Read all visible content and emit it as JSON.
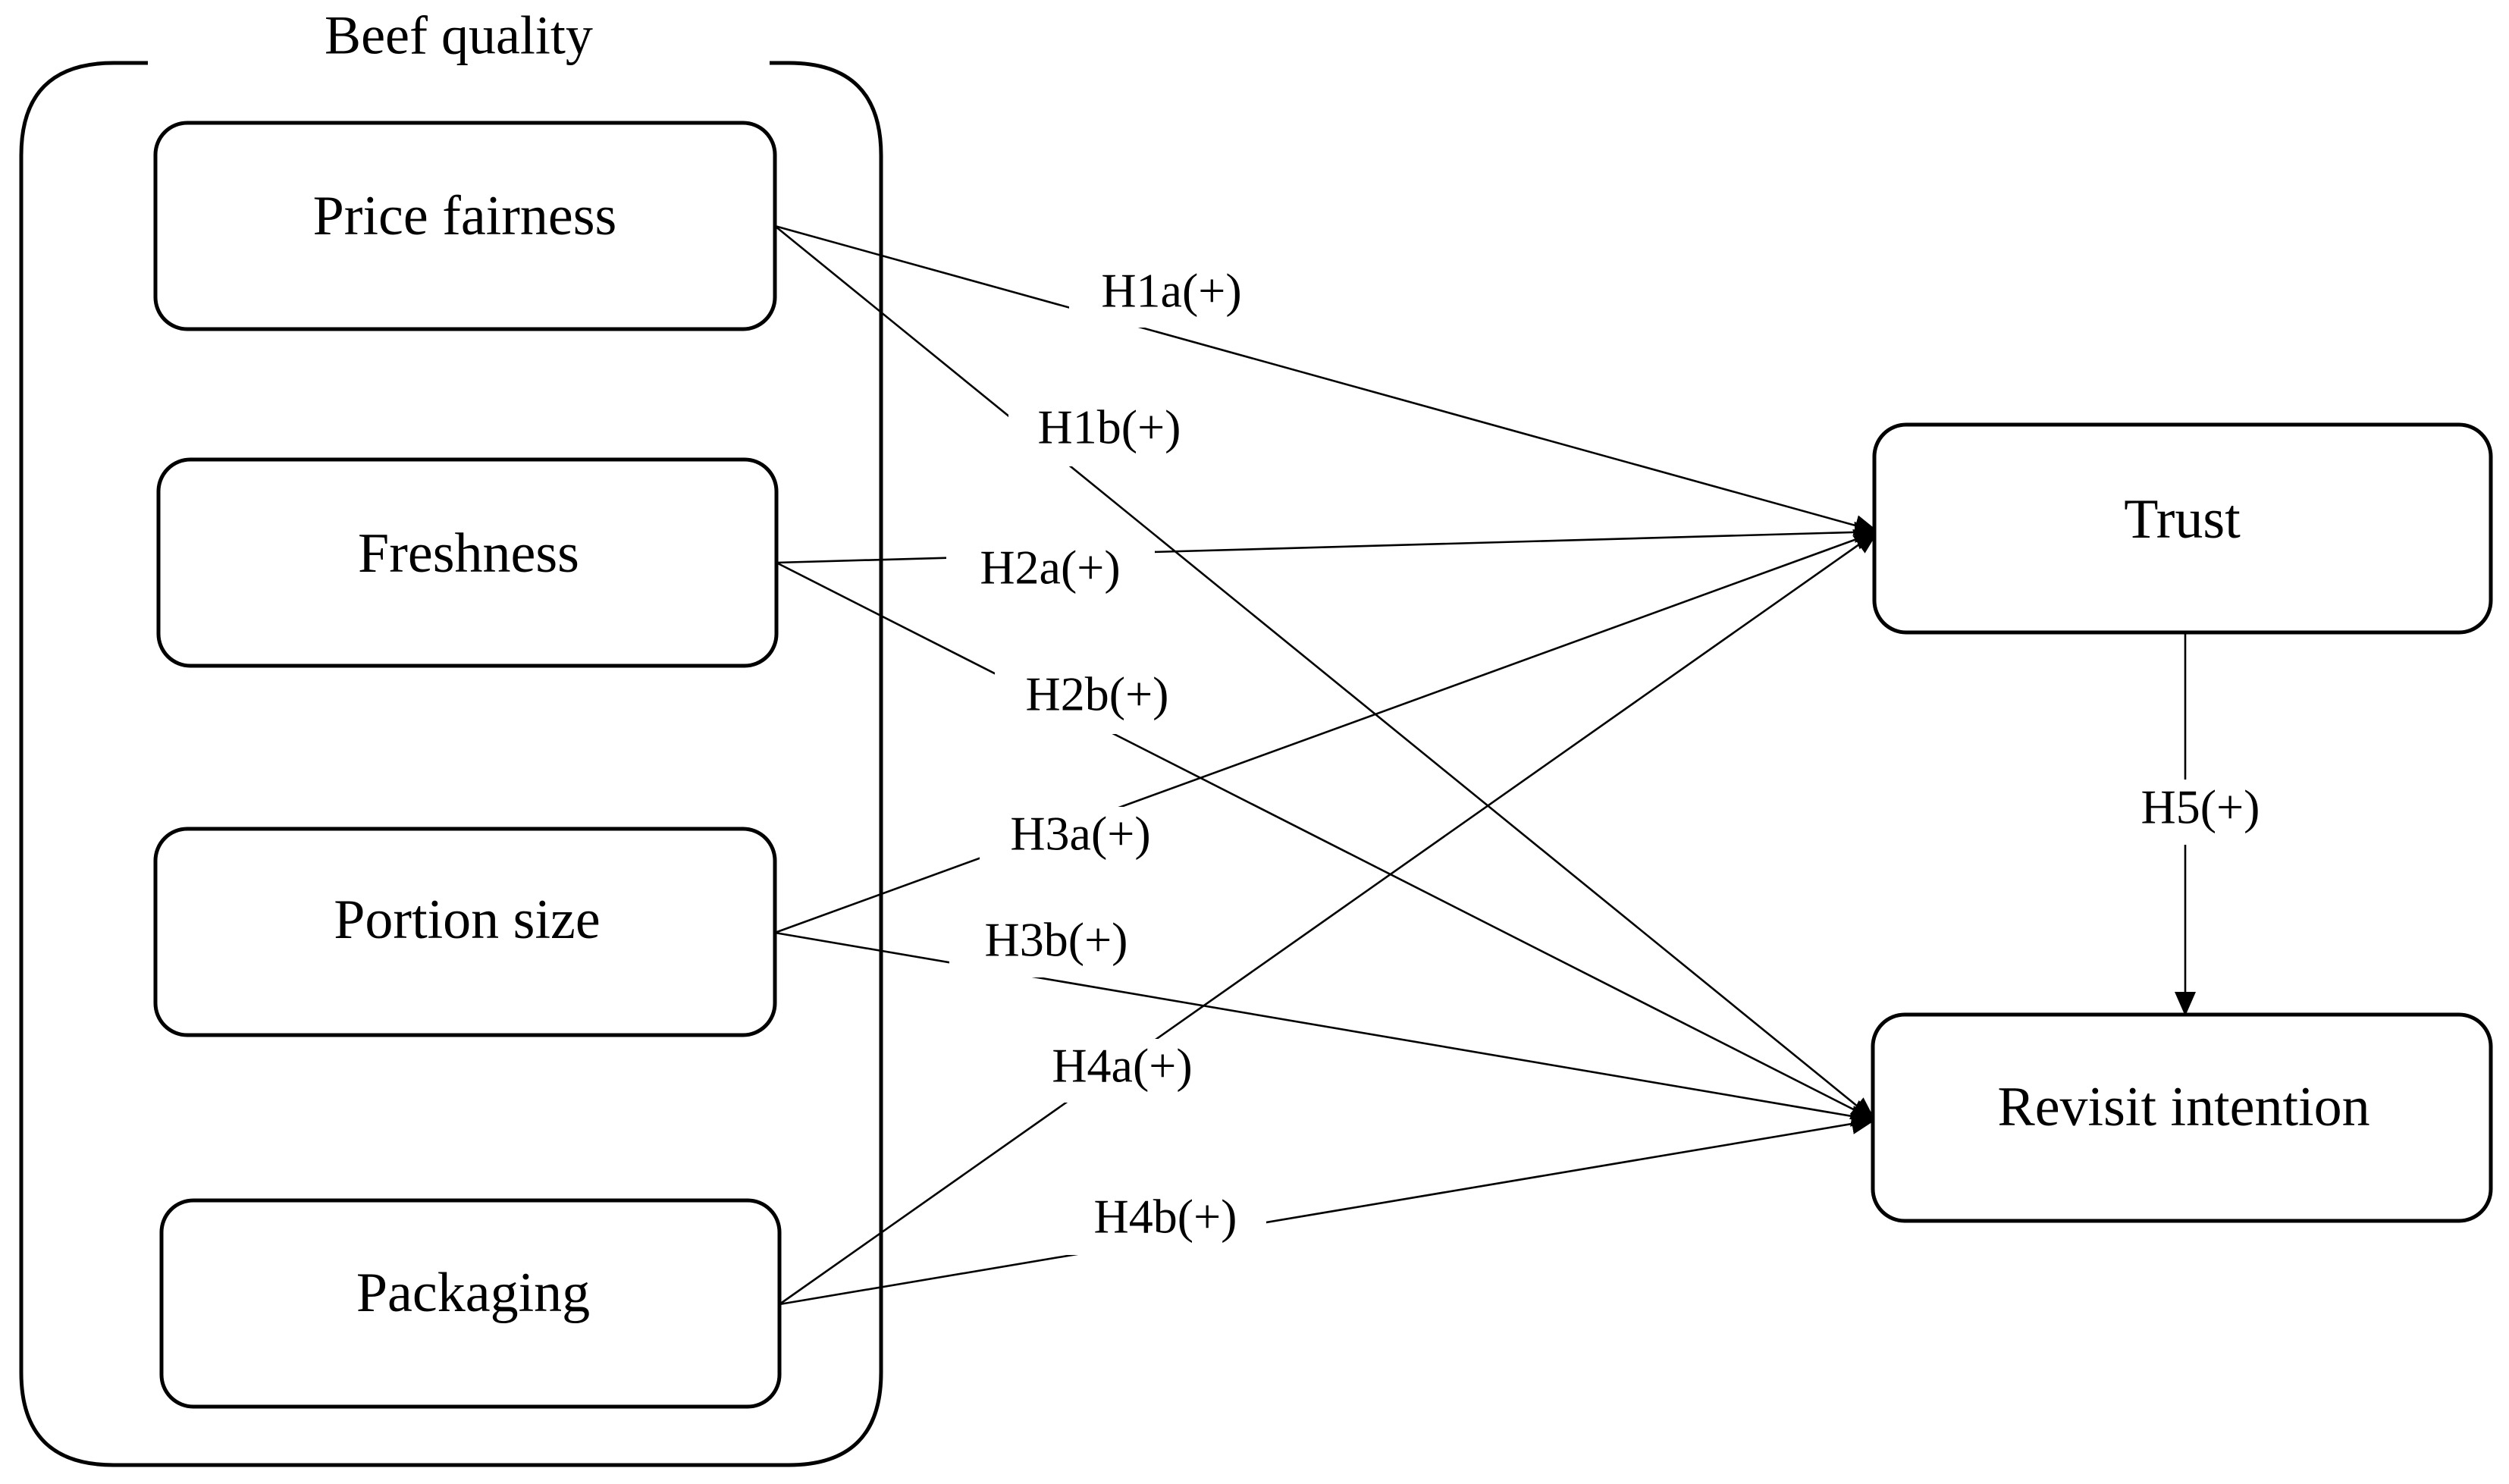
{
  "group": {
    "label": "Beef quality"
  },
  "nodes": {
    "price_fairness": "Price fairness",
    "freshness": "Freshness",
    "portion_size": "Portion size",
    "packaging": "Packaging",
    "trust": "Trust",
    "revisit_intention": "Revisit intention"
  },
  "hypotheses": {
    "h1a": "H1a(+)",
    "h1b": "H1b(+)",
    "h2a": "H2a(+)",
    "h2b": "H2b(+)",
    "h3a": "H3a(+)",
    "h3b": "H3b(+)",
    "h4a": "H4a(+)",
    "h4b": "H4b(+)",
    "h5": "H5(+)"
  }
}
